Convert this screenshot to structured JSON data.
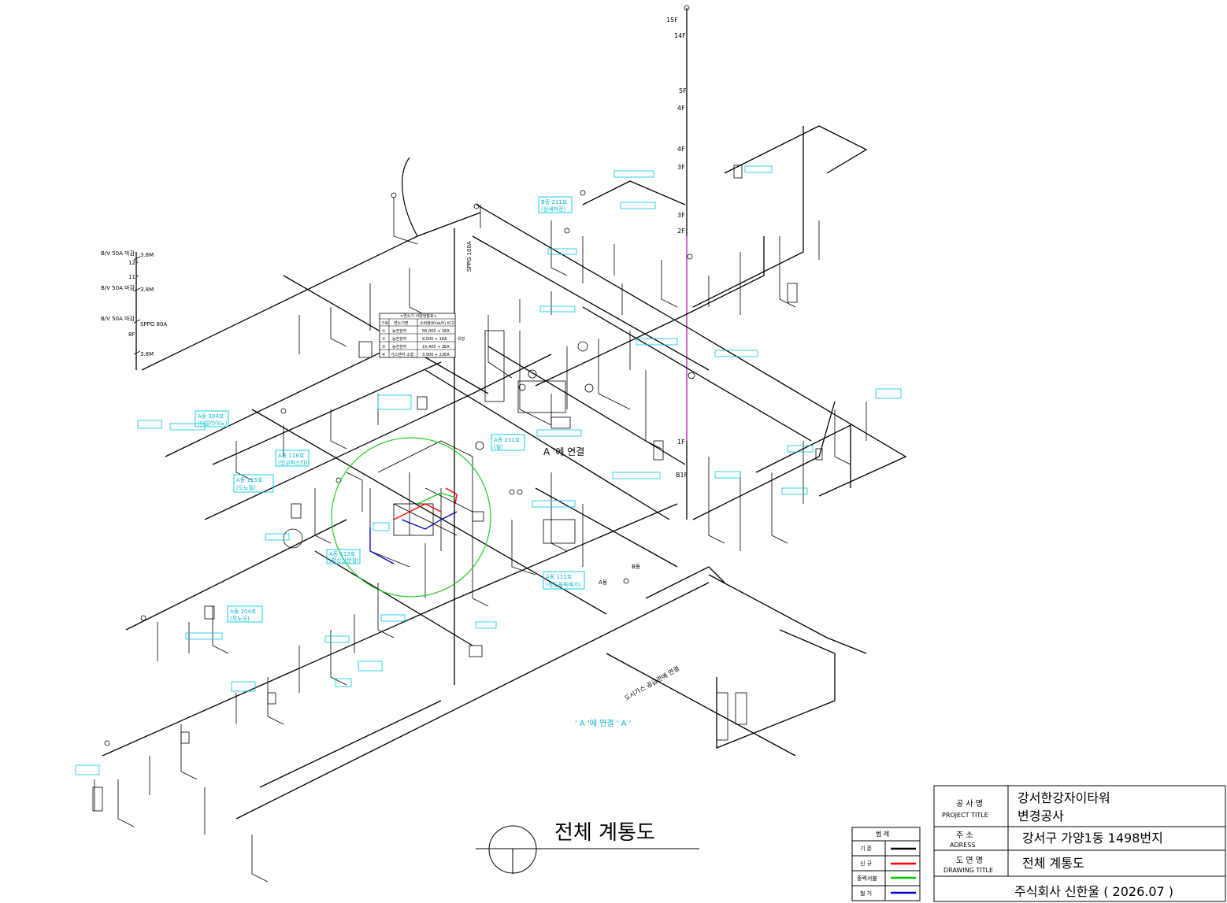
{
  "drawing": {
    "title": "전체 계통도",
    "connect_note_a": "A '에 연결",
    "connect_note_b": "' A '에 연결     ' A '",
    "city_gas_note": "도시가스 공급관에 연결",
    "block_b": "B동",
    "block_a": "A동"
  },
  "riser": {
    "floors": [
      "15F",
      "14F",
      "5F",
      "4F",
      "4F",
      "3F",
      "3F",
      "2F",
      "1F",
      "B1F"
    ],
    "pipe_label": "SPPG 100A"
  },
  "left_riser": {
    "notes": [
      "B/V 50A 마감",
      "B/V 50A 마감",
      "B/V 50A 마감"
    ],
    "heights": [
      "3.8M",
      "3.8M",
      "3.8M"
    ],
    "floors": [
      "12F",
      "11F",
      "8F"
    ],
    "pipe": "SPPG 80A"
  },
  "burner_table": {
    "title": "<연소기 사양현황표>",
    "headers": [
      "기호",
      "연소기명",
      "소비량(Kcal/h) 비고"
    ],
    "rows": [
      [
        "①",
        "농전현지",
        "56,000 + 1EA"
      ],
      [
        "②",
        "농전현지",
        "9,500 + 1EA"
      ],
      [
        "③",
        "농전현지",
        "15,400 + 2EA"
      ],
      [
        "④",
        "가스렌지 소형",
        "3,900 + 22EA"
      ]
    ],
    "side_note": "유형"
  },
  "unit_labels": [
    {
      "line1": "B동 211호",
      "line2": "(상세미정)"
    },
    {
      "line1": "A동 304호",
      "line2": "(이탈리아노)"
    },
    {
      "line1": "A동 116호",
      "line2": "(인교파스타)"
    },
    {
      "line1": "A동 115호",
      "line2": "(도뇨멜)"
    },
    {
      "line1": "A동 211호",
      "line2": "(칠)"
    },
    {
      "line1": "A동 111호",
      "line2": "(청도돌뚝배기)"
    },
    {
      "line1": "A동 204호",
      "line2": "(쪼노모)"
    },
    {
      "line1": "A동 113호",
      "line2": "(향상전문점)"
    }
  ],
  "title_block": {
    "project_label": "공 사 명",
    "project_label_en": "PROJECT TITLE",
    "project_value_1": "강서한강자이타워",
    "project_value_2": "변경공사",
    "address_label": "주    소",
    "address_label_en": "ADRESS",
    "address_value": "강서구 가양1동 1498번지",
    "drawing_label": "도 면 명",
    "drawing_label_en": "DRAWING TITLE",
    "drawing_value": "전체 계통도",
    "company": "주식회사 신한울 ( 2026.07 )"
  },
  "legend": {
    "title": "범  례",
    "items": [
      {
        "label": "기  존",
        "color": "#000000"
      },
      {
        "label": "신  규",
        "color": "#ff0000"
      },
      {
        "label": "중력서불",
        "color": "#00cc00"
      },
      {
        "label": "철  거",
        "color": "#0000cc"
      }
    ]
  },
  "colors": {
    "pipe": "#000000",
    "annotation": "#00b8d4",
    "highlight_circle": "#22cc22",
    "new_pipe": "#ff0000",
    "removed_pipe": "#0000cc",
    "riser_magenta": "#dd44dd"
  }
}
